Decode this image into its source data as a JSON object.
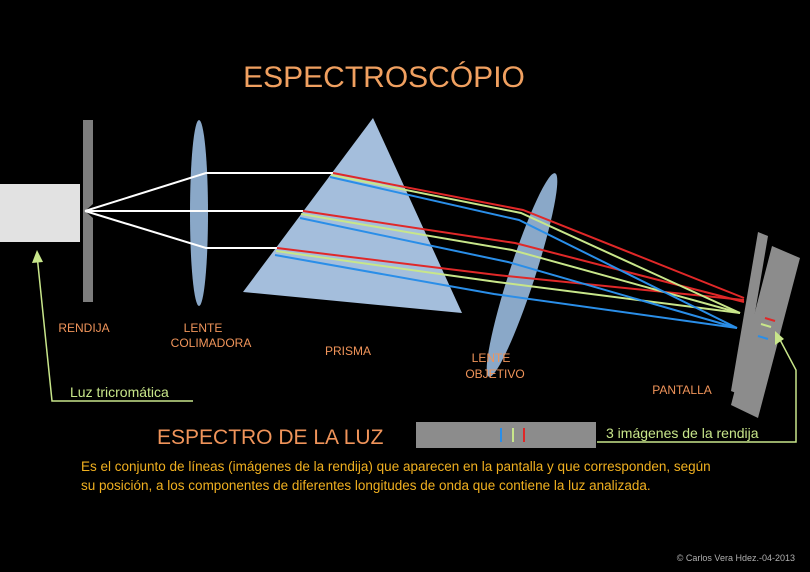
{
  "title": "ESPECTROSCÓPIO",
  "labels": {
    "rendija": "RENDIJA",
    "lente_colimadora": [
      "LENTE",
      "COLIMADORA"
    ],
    "prisma": "PRISMA",
    "lente_objetivo": [
      "LENTE",
      "OBJETIVO"
    ],
    "pantalla": "PANTALLA"
  },
  "callouts": {
    "luz": "Luz tricromática",
    "imagenes": "3 imágenes de la rendija"
  },
  "spectrum_title": "ESPECTRO DE LA LUZ",
  "description": [
    "Es el conjunto de líneas (imágenes de la rendija) que aparecen en la pantalla y que corresponden, según",
    "su posición, a los componentes de diferentes longitudes de onda que contiene la luz analizada."
  ],
  "copyright": "© Carlos Vera Hdez.-04-2013",
  "colors": {
    "red": "#e02828",
    "green": "#c8e68a",
    "blue": "#2a8ee8",
    "label_orange": "#f0945a",
    "description_yellow": "#f0b020",
    "optics_blue": "#8aa8c8"
  }
}
